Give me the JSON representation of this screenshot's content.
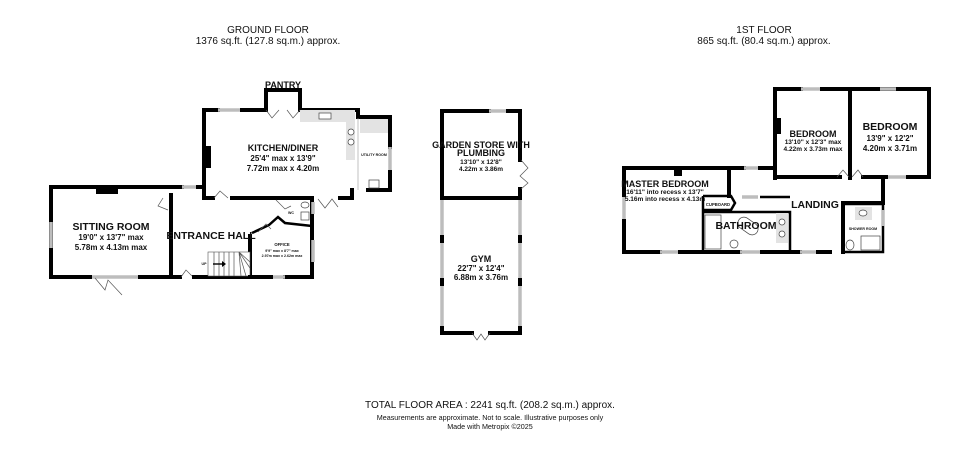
{
  "ground_floor": {
    "title": "GROUND FLOOR",
    "area": "1376 sq.ft. (127.8 sq.m.) approx.",
    "rooms": {
      "kitchen": {
        "name": "KITCHEN/DINER",
        "dim_imperial": "25'4\" max x 13'9\"",
        "dim_metric": "7.72m max x 4.20m"
      },
      "pantry": {
        "name": "PANTRY"
      },
      "utility": {
        "name": "UTILITY ROOM"
      },
      "sitting": {
        "name": "SITTING ROOM",
        "dim_imperial": "19'0\"  x 13'7\" max",
        "dim_metric": "5.78m  x 4.13m max"
      },
      "entrance": {
        "name": "ENTRANCE HALL"
      },
      "wc": {
        "name": "WC"
      },
      "office": {
        "name": "OFFICE",
        "dim_imperial": "9'9\" max x 8'7\" max",
        "dim_metric": "2.97m max x 2.62m max"
      },
      "stairs": {
        "label": "UP"
      }
    }
  },
  "outbuilding": {
    "rooms": {
      "garden_store": {
        "name_line1": "GARDEN STORE WITH",
        "name_line2": "PLUMBING",
        "dim_imperial": "13'10\"  x 12'8\"",
        "dim_metric": "4.22m  x 3.86m"
      },
      "gym": {
        "name": "GYM",
        "dim_imperial": "22'7\"  x 12'4\"",
        "dim_metric": "6.88m  x 3.76m"
      }
    }
  },
  "first_floor": {
    "title": "1ST FLOOR",
    "area": "865 sq.ft. (80.4 sq.m.) approx.",
    "rooms": {
      "master": {
        "name": "MASTER BEDROOM",
        "dim_imperial": "16'11\" into recess x 13'7\"",
        "dim_metric": "5.16m into recess x 4.13m"
      },
      "cupboard": {
        "name": "CUPBOARD"
      },
      "bathroom": {
        "name": "BATHROOM"
      },
      "landing": {
        "name": "LANDING"
      },
      "bedroom2": {
        "name": "BEDROOM",
        "dim_imperial": "13'10\"  x 12'3\" max",
        "dim_metric": "4.22m  x 3.73m max"
      },
      "bedroom3": {
        "name": "BEDROOM",
        "dim_imperial": "13'9\"  x 12'2\"",
        "dim_metric": "4.20m  x 3.71m"
      },
      "shower": {
        "name": "SHOWER ROOM"
      }
    }
  },
  "footer": {
    "total": "TOTAL FLOOR AREA : 2241 sq.ft. (208.2 sq.m.) approx.",
    "disclaimer": "Measurements are approximate.  Not to scale.  Illustrative purposes only",
    "credit": "Made with Metropix ©2025"
  },
  "colors": {
    "wall": "#000000",
    "window": "#bdbdbd",
    "counter": "#e3e3e3",
    "background": "#ffffff"
  }
}
